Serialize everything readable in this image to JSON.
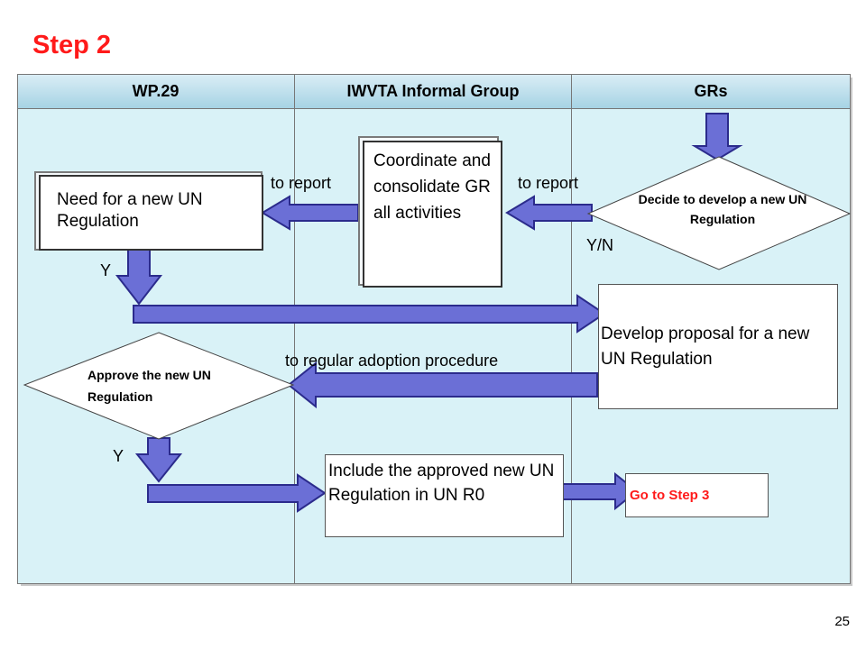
{
  "title": "Step 2",
  "lanes": [
    "WP.29",
    "IWVTA Informal Group",
    "GRs"
  ],
  "nodes": {
    "need": "Need for a new UN Regulation",
    "coordinate": "Coordinate and consolidate GR all activities",
    "decide": "Decide to develop a new UN Regulation",
    "develop": "Develop proposal for a new UN Regulation",
    "approve": "Approve the new UN  Regulation",
    "include": "Include the approved new UN Regulation in UN R0",
    "go_step3": "Go to Step 3"
  },
  "labels": {
    "to_report_left": "to report",
    "to_report_right": "to report",
    "yn": "Y/N",
    "y1": "Y",
    "y2": "Y",
    "regular": "to regular adoption procedure"
  },
  "page_number": "25",
  "colors": {
    "arrow_fill": "#6b6fd6",
    "arrow_stroke": "#2b2b8c",
    "title": "#ff1a1a",
    "lane_fill": "#d9f2f7",
    "header_fill": "#a6d3e4"
  }
}
